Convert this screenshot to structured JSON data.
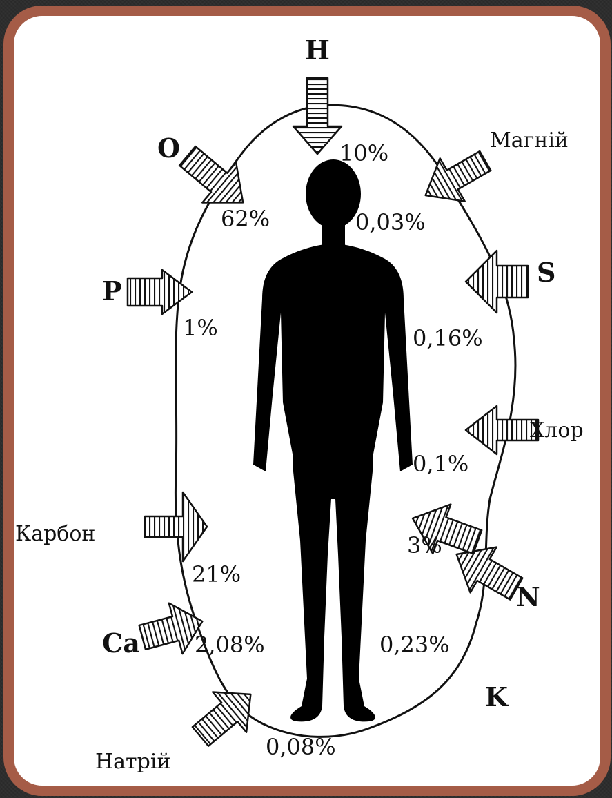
{
  "colors": {
    "background": "#2b2b2b",
    "frame_border": "#a55c47",
    "panel": "#ffffff",
    "ink": "#111111"
  },
  "elements": [
    {
      "id": "h",
      "label": "H",
      "percent": "10%"
    },
    {
      "id": "o",
      "label": "O",
      "percent": "62%"
    },
    {
      "id": "mg",
      "label": "Магній",
      "percent": "0,03%"
    },
    {
      "id": "s",
      "label": "S",
      "percent": "0,16%"
    },
    {
      "id": "p",
      "label": "P",
      "percent": "1%"
    },
    {
      "id": "cl",
      "label": "Хлор",
      "percent": "0,1%"
    },
    {
      "id": "c",
      "label": "Карбон",
      "percent": "21%"
    },
    {
      "id": "n",
      "label": "N",
      "percent": "3%"
    },
    {
      "id": "ca",
      "label": "Ca",
      "percent": "2,08%"
    },
    {
      "id": "k",
      "label": "K",
      "percent": "0,23%"
    },
    {
      "id": "na",
      "label": "Натрій",
      "percent": "0,08%"
    }
  ]
}
